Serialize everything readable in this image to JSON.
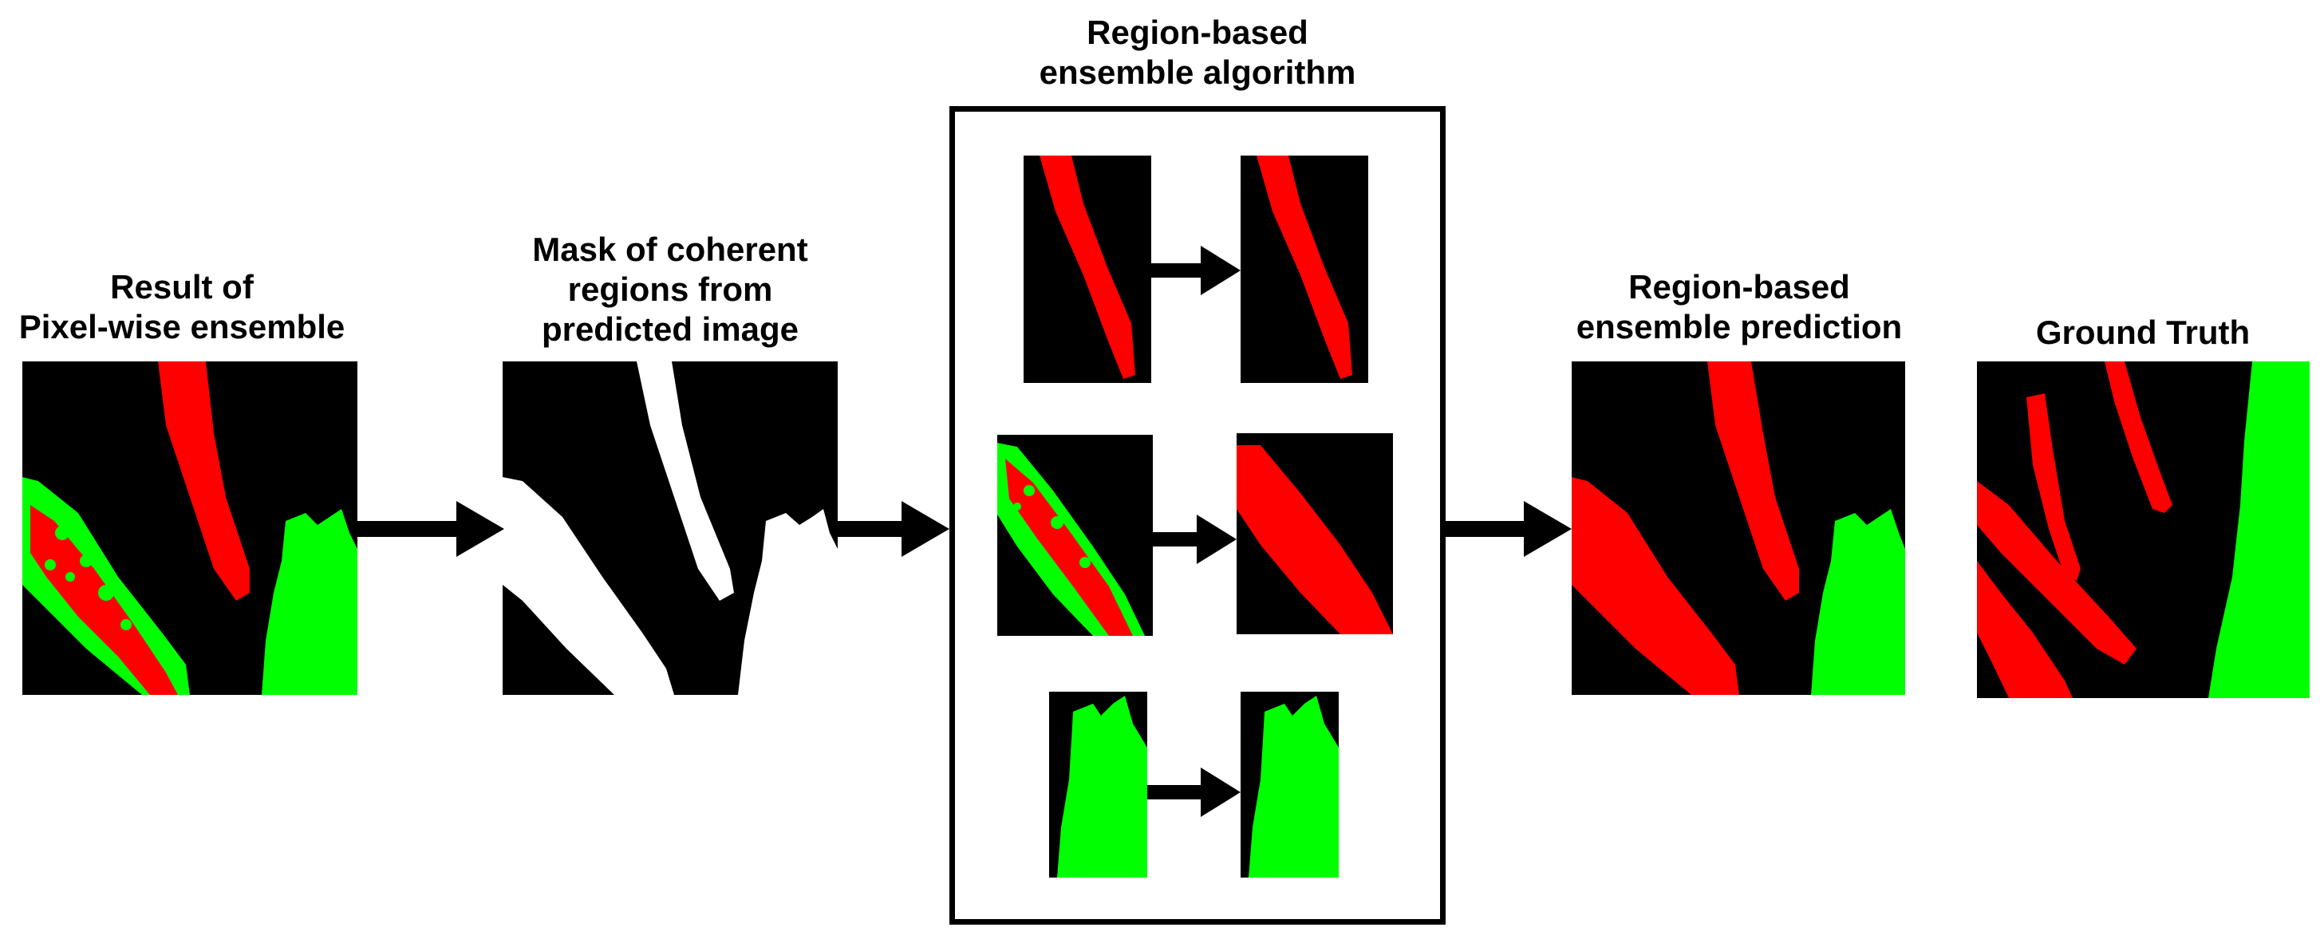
{
  "labels": {
    "pixel_wise": [
      "Result of",
      "Pixel-wise ensemble"
    ],
    "mask": [
      "Mask of coherent",
      "regions from",
      "predicted image"
    ],
    "region_algorithm": [
      "Region-based",
      "ensemble algorithm"
    ],
    "region_prediction": [
      "Region-based",
      "ensemble prediction"
    ],
    "ground_truth": [
      "Ground Truth"
    ]
  },
  "colors": {
    "background": "#000000",
    "red_region": "#ff0000",
    "green_region": "#00ff00",
    "white_region": "#ffffff",
    "arrow": "#000000"
  }
}
